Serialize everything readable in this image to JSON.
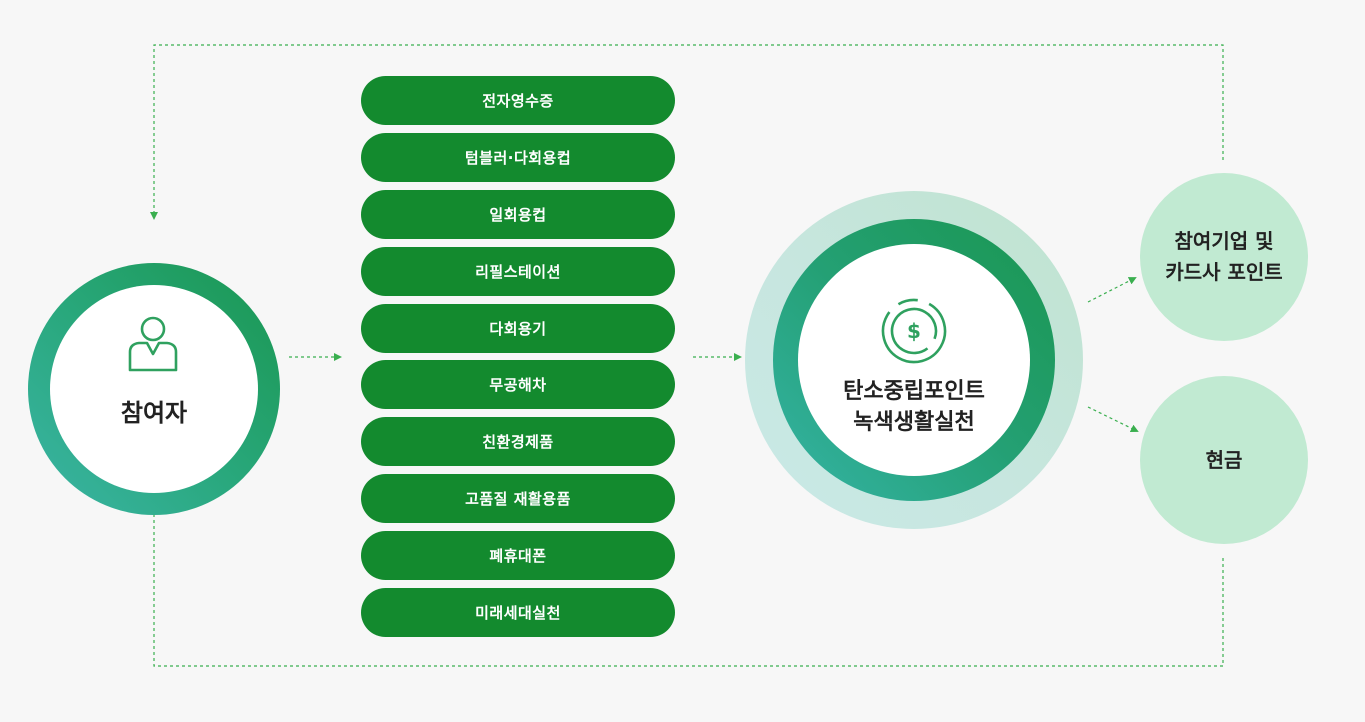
{
  "participant": {
    "label": "참여자"
  },
  "programs": [
    "전자영수증",
    "텀블러·다회용컵",
    "일회용컵",
    "리필스테이션",
    "다회용기",
    "무공해차",
    "친환경제품",
    "고품질 재활용품",
    "폐휴대폰",
    "미래세대실천"
  ],
  "points_center": {
    "line1": "탄소중립포인트",
    "line2": "녹색생활실천"
  },
  "rewards": {
    "points": {
      "line1": "참여기업 및",
      "line2": "카드사 포인트"
    },
    "cash": {
      "label": "현금"
    }
  },
  "colors": {
    "pill": "#138a2e",
    "connector": "#3aaf4f",
    "reward_fill": "#c1ead2"
  }
}
